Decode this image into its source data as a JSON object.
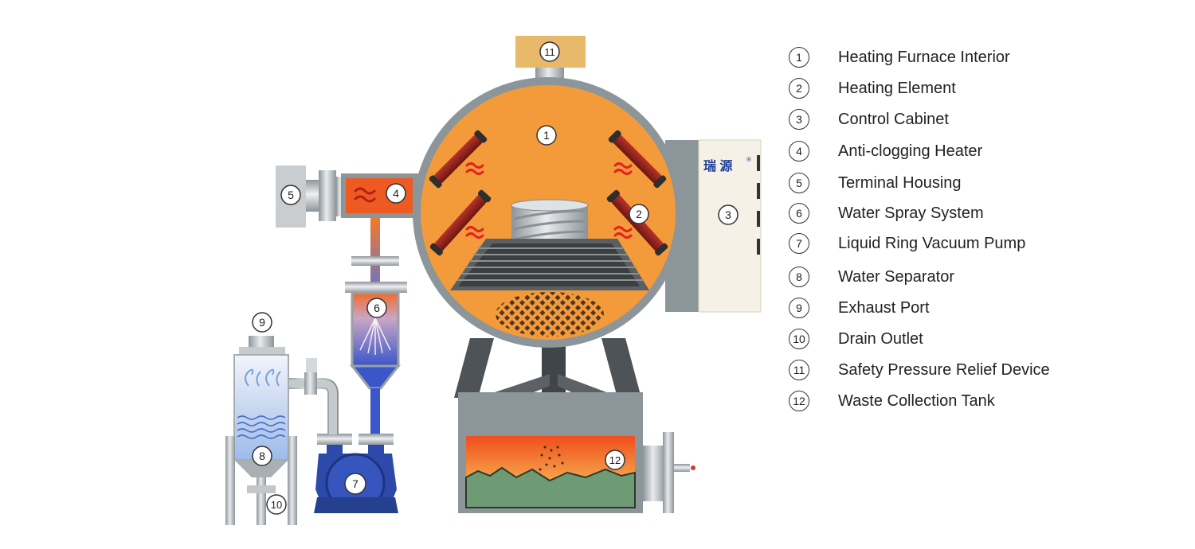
{
  "brand": {
    "name": "瑞 源",
    "mark": "®"
  },
  "markers": {
    "m1": "1",
    "m2": "2",
    "m3": "3",
    "m4": "4",
    "m5": "5",
    "m6": "6",
    "m7": "7",
    "m8": "8",
    "m9": "9",
    "m10": "10",
    "m11": "11",
    "m12": "12"
  },
  "legend": [
    {
      "num": "1",
      "label": "Heating Furnace Interior"
    },
    {
      "num": "2",
      "label": "Heating Element"
    },
    {
      "num": "3",
      "label": "Control Cabinet"
    },
    {
      "num": "4",
      "label": "Anti-clogging Heater"
    },
    {
      "num": "5",
      "label": "Terminal Housing"
    },
    {
      "num": "6",
      "label": "Water Spray System"
    },
    {
      "num": "7",
      "label": "Liquid Ring Vacuum Pump"
    },
    {
      "num": "8",
      "label": "Water Separator"
    },
    {
      "num": "9",
      "label": "Exhaust Port"
    },
    {
      "num": "10",
      "label": "Drain Outlet"
    },
    {
      "num": "11",
      "label": "Safety Pressure Relief Device"
    },
    {
      "num": "12",
      "label": "Waste Collection Tank"
    }
  ],
  "colors": {
    "furnace": "#f39a3a",
    "shell": "#8c9599",
    "steel": "#b9c0c4",
    "pump": "#2d4aa8",
    "water": "#8fb0e8",
    "waste": "#6e9a74",
    "cabinet": "#f5f1e6",
    "relief": "#e8b96a"
  }
}
